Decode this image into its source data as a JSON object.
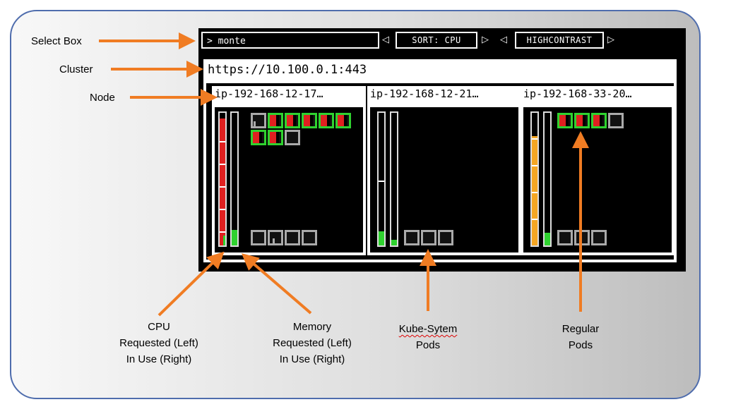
{
  "labels": {
    "select_box": "Select Box",
    "cluster": "Cluster",
    "node": "Node",
    "cpu": [
      "CPU",
      "Requested (Left)",
      "In Use (Right)"
    ],
    "memory": [
      "Memory",
      "Requested (Left)",
      "In Use (Right)"
    ],
    "kube_system_pods": [
      "Kube-Sytem",
      "Pods"
    ],
    "regular_pods": [
      "Regular",
      "Pods"
    ]
  },
  "terminal": {
    "select_value": "> monte",
    "sort_label": "SORT: CPU",
    "theme_label": "HIGHCONTRAST",
    "prev_arrow": "◁",
    "next_arrow": "▷",
    "cluster_url": "https://10.100.0.1:443"
  },
  "nodes": [
    {
      "name": "ip-192-168-12-17…",
      "cpu_requested": 0.95,
      "cpu_in_use": 0.08,
      "memory_requested": 0.0,
      "memory_in_use": 0.12
    },
    {
      "name": "ip-192-168-12-21…",
      "cpu_requested": 0.0,
      "cpu_in_use": 0.11,
      "memory_requested": 0.0,
      "memory_in_use": 0.05
    },
    {
      "name": "ip-192-168-33-20…",
      "cpu_requested": 0.0,
      "cpu_in_use": 0.82,
      "memory_requested": 0.0,
      "memory_in_use": 0.1
    }
  ],
  "colors": {
    "arrow": "#f07c23",
    "cpu_requested": "#e02020",
    "cpu_in_use_alt": "#f5a623",
    "in_use": "#2fd22f",
    "frame": "#4f6dad"
  }
}
